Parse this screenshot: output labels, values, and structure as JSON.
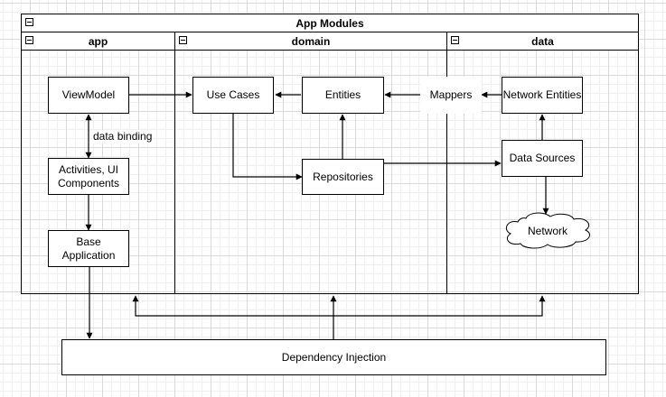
{
  "container": {
    "title": "App Modules",
    "lanes": [
      {
        "title": "app"
      },
      {
        "title": "domain"
      },
      {
        "title": "data"
      }
    ]
  },
  "nodes": {
    "viewmodel": "ViewModel",
    "activities": "Activities, UI Components",
    "base_application": "Base Application",
    "use_cases": "Use Cases",
    "entities": "Entities",
    "repositories": "Repositories",
    "mappers": "Mappers",
    "network_entities": "Network Entities",
    "data_sources": "Data Sources",
    "network": "Network",
    "dependency_injection": "Dependency Injection"
  },
  "edge_labels": {
    "data_binding": "data binding"
  }
}
